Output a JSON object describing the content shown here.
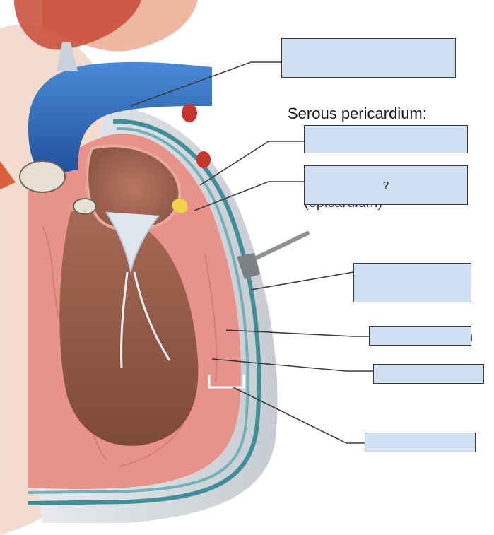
{
  "diagram": {
    "heading": "Serous pericardium:",
    "selected_box_text": "?",
    "partial_texts": {
      "epicardium_fragment": "(epicardium)",
      "fragment_h": "h"
    },
    "colors": {
      "box_fill": "#cfe0f3",
      "box_border": "#3a3a3a",
      "leader_line": "#3c3c3c",
      "vein_blue": "#2f6fc0",
      "myocardium_pink": "#e8938a",
      "pericardium_teal": "#3f8f98",
      "fibrous_gray": "#cfd3d8"
    }
  }
}
